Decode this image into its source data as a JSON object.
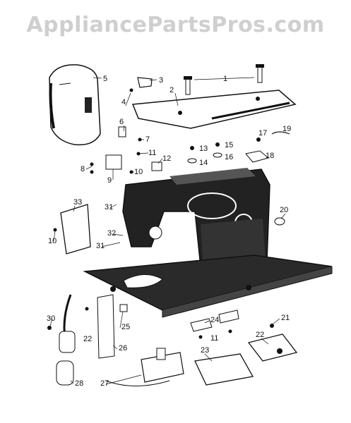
{
  "watermark": "AppliancePartsPros.com",
  "callouts": [
    {
      "id": "c1",
      "text": "1"
    },
    {
      "id": "c2",
      "text": "2"
    },
    {
      "id": "c3",
      "text": "3"
    },
    {
      "id": "c4",
      "text": "4"
    },
    {
      "id": "c5",
      "text": "5"
    },
    {
      "id": "c6",
      "text": "6"
    },
    {
      "id": "c7",
      "text": "7"
    },
    {
      "id": "c8",
      "text": "8"
    },
    {
      "id": "c9",
      "text": "9"
    },
    {
      "id": "c10a",
      "text": "10"
    },
    {
      "id": "c10b",
      "text": "10"
    },
    {
      "id": "c11a",
      "text": "11"
    },
    {
      "id": "c11b",
      "text": "11"
    },
    {
      "id": "c12",
      "text": "12"
    },
    {
      "id": "c13",
      "text": "13"
    },
    {
      "id": "c14",
      "text": "14"
    },
    {
      "id": "c15",
      "text": "15"
    },
    {
      "id": "c16",
      "text": "16"
    },
    {
      "id": "c17",
      "text": "17"
    },
    {
      "id": "c18",
      "text": "18"
    },
    {
      "id": "c19",
      "text": "19"
    },
    {
      "id": "c20",
      "text": "20"
    },
    {
      "id": "c21",
      "text": "21"
    },
    {
      "id": "c22a",
      "text": "22"
    },
    {
      "id": "c22b",
      "text": "22"
    },
    {
      "id": "c23",
      "text": "23"
    },
    {
      "id": "c24",
      "text": "24"
    },
    {
      "id": "c25",
      "text": "25"
    },
    {
      "id": "c26",
      "text": "26"
    },
    {
      "id": "c27",
      "text": "27"
    },
    {
      "id": "c28",
      "text": "28"
    },
    {
      "id": "c30",
      "text": "30"
    },
    {
      "id": "c31a",
      "text": "31"
    },
    {
      "id": "c31b",
      "text": "31"
    },
    {
      "id": "c32",
      "text": "32"
    },
    {
      "id": "c33",
      "text": "33"
    }
  ]
}
